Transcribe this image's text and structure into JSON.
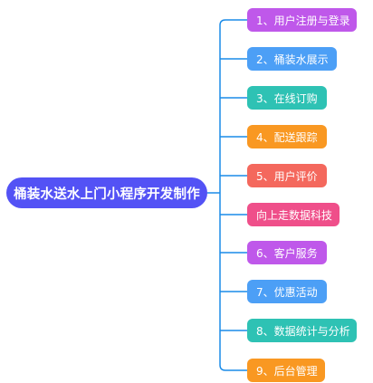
{
  "root": {
    "label": "桶装水送水上门小程序开发制作",
    "color": "#5352f5"
  },
  "connector_color": "#1a8be8",
  "branches": [
    {
      "label": "1、用户注册与登录",
      "color": "#bf58ea"
    },
    {
      "label": "2、桶装水展示",
      "color": "#4c9ff6"
    },
    {
      "label": "3、在线订购",
      "color": "#2ec2b4"
    },
    {
      "label": "4、配送跟踪",
      "color": "#f99822"
    },
    {
      "label": "5、用户评价",
      "color": "#f4685d"
    },
    {
      "label": "向上走数据科技",
      "color": "#ef4f8a"
    },
    {
      "label": "6、客户服务",
      "color": "#bf58ea"
    },
    {
      "label": "7、优惠活动",
      "color": "#4c9ff6"
    },
    {
      "label": "8、数据统计与分析",
      "color": "#2ec2b4"
    },
    {
      "label": "9、后台管理",
      "color": "#f99822"
    }
  ]
}
